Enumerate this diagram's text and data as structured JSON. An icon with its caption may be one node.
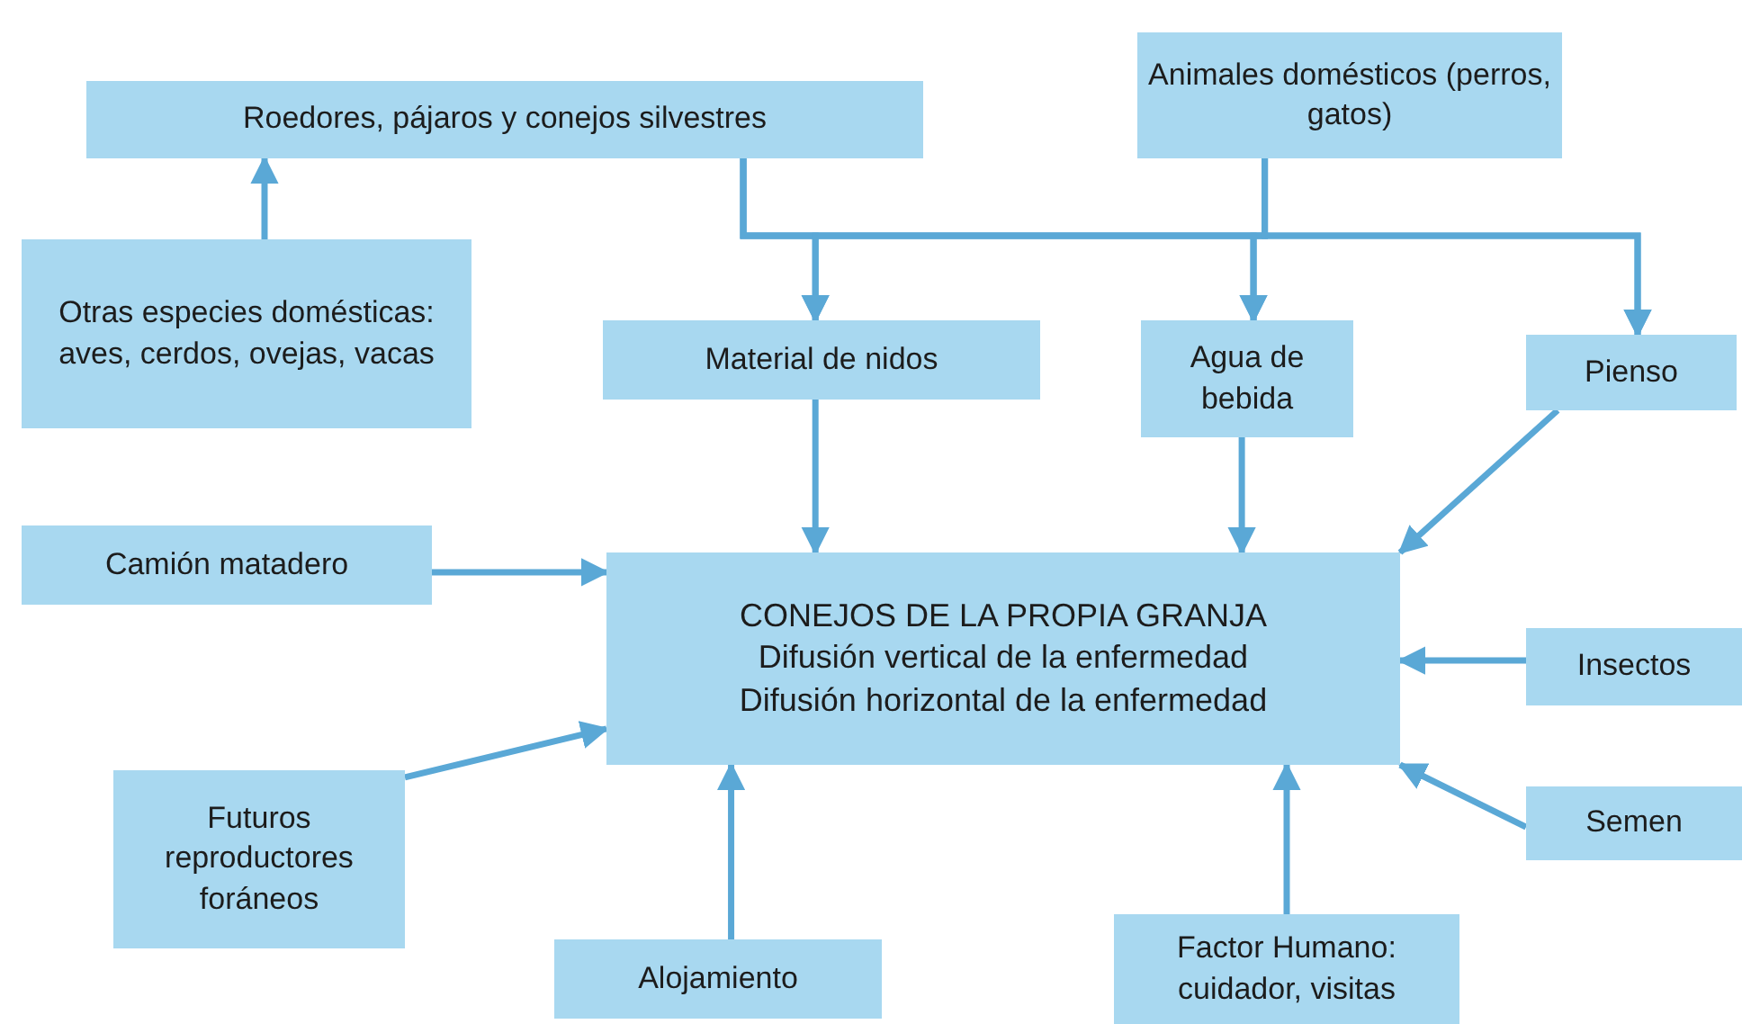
{
  "diagram": {
    "nodes": [
      {
        "text": [
          "Roedores, pájaros y conejos silvestres"
        ]
      },
      {
        "text": [
          "Animales domésticos (perros, gatos)"
        ]
      },
      {
        "text": [
          "Otras especies domésticas: aves, cerdos, ovejas, vacas"
        ]
      },
      {
        "text": [
          "Material de nidos"
        ]
      },
      {
        "text": [
          "Agua de bebida"
        ]
      },
      {
        "text": [
          "Pienso"
        ]
      },
      {
        "text": [
          "Camión matadero"
        ]
      },
      {
        "text": [
          "CONEJOS DE LA PROPIA GRANJA",
          "Difusión vertical de la enfermedad",
          "Difusión horizontal de la enfermedad"
        ]
      },
      {
        "text": [
          "Insectos"
        ]
      },
      {
        "text": [
          "Futuros reproductores foráneos"
        ]
      },
      {
        "text": [
          "Semen"
        ]
      },
      {
        "text": [
          "Alojamiento"
        ]
      },
      {
        "text": [
          "Factor Humano: cuidador, visitas"
        ]
      }
    ],
    "edges": [
      {
        "from": 2,
        "to": 0,
        "arrow": "to"
      },
      {
        "from": 0,
        "to": 3,
        "arrow": "to"
      },
      {
        "from": 0,
        "to": 4,
        "arrow": "to"
      },
      {
        "from": 0,
        "to": 5,
        "arrow": "to"
      },
      {
        "from": 1,
        "to": 3,
        "arrow": "to"
      },
      {
        "from": 1,
        "to": 4,
        "arrow": "to"
      },
      {
        "from": 1,
        "to": 5,
        "arrow": "to"
      },
      {
        "from": 3,
        "to": 7,
        "arrow": "to"
      },
      {
        "from": 4,
        "to": 7,
        "arrow": "to"
      },
      {
        "from": 5,
        "to": 7,
        "arrow": "to"
      },
      {
        "from": 6,
        "to": 7,
        "arrow": "to"
      },
      {
        "from": 9,
        "to": 7,
        "arrow": "to"
      },
      {
        "from": 8,
        "to": 7,
        "arrow": "to"
      },
      {
        "from": 10,
        "to": 7,
        "arrow": "to"
      },
      {
        "from": 11,
        "to": 7,
        "arrow": "to"
      },
      {
        "from": 12,
        "to": 7,
        "arrow": "to"
      }
    ]
  }
}
